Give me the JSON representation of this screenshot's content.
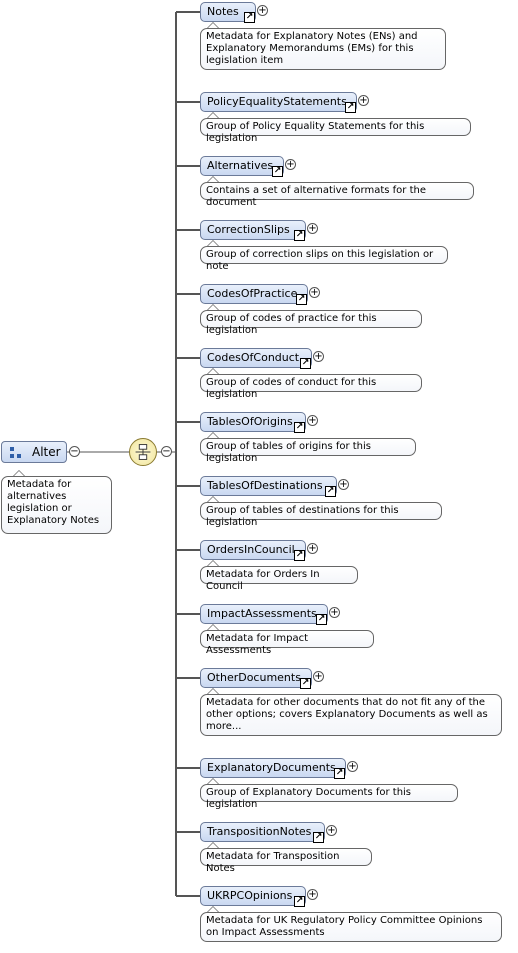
{
  "root": {
    "label": "Alter",
    "doc": "Metadata for alternatives legislation or Explanatory Notes",
    "icon": "element-icon"
  },
  "compositor": {
    "icon": "sequence-icon"
  },
  "children": [
    {
      "name": "Notes",
      "doc": "Metadata for Explanatory Notes (ENs) and Explanatory Memorandums (EMs) for this legislation item"
    },
    {
      "name": "PolicyEqualityStatements",
      "doc": "Group of Policy Equality Statements for this legislation"
    },
    {
      "name": "Alternatives",
      "doc": "Contains a set of alternative formats for the document"
    },
    {
      "name": "CorrectionSlips",
      "doc": "Group of correction slips on this legislation or note"
    },
    {
      "name": "CodesOfPractice",
      "doc": "Group of codes of practice for this legislation"
    },
    {
      "name": "CodesOfConduct",
      "doc": "Group of codes of conduct for this legislation"
    },
    {
      "name": "TablesOfOrigins",
      "doc": "Group of tables of origins for this legislation"
    },
    {
      "name": "TablesOfDestinations",
      "doc": "Group of tables of destinations for this legislation"
    },
    {
      "name": "OrdersInCouncil",
      "doc": "Metadata for Orders In Council"
    },
    {
      "name": "ImpactAssessments",
      "doc": "Metadata for Impact Assessments"
    },
    {
      "name": "OtherDocuments",
      "doc": "Metadata for other documents that do not fit any of the other options; covers Explanatory Documents as well as more..."
    },
    {
      "name": "ExplanatoryDocuments",
      "doc": "Group of Explanatory Documents for this legislation"
    },
    {
      "name": "TranspositionNotes",
      "doc": "Metadata for Transposition Notes"
    },
    {
      "name": "UKRPCOpinions",
      "doc": "Metadata for UK Regulatory Policy Committee Opinions on Impact Assessments"
    }
  ]
}
